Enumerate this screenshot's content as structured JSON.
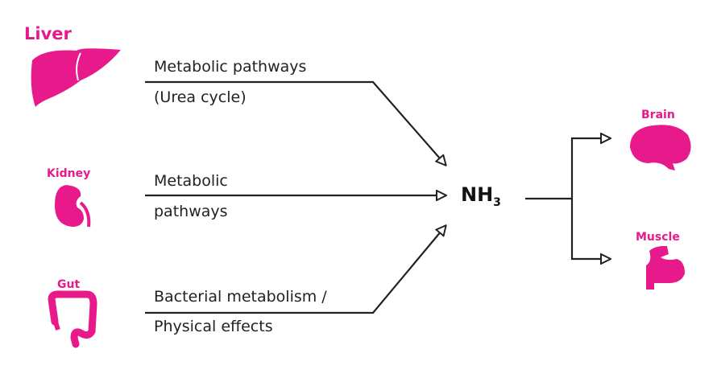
{
  "colors": {
    "organ": "#e8198b",
    "line": "#222222"
  },
  "sources": [
    {
      "organ": "Liver",
      "lines": [
        "Metabolic pathways",
        "(Urea cycle)"
      ]
    },
    {
      "organ": "Kidney",
      "lines": [
        "Metabolic",
        "pathways"
      ]
    },
    {
      "organ": "Gut",
      "lines": [
        "Bacterial metabolism /",
        "Physical effects"
      ]
    }
  ],
  "center": {
    "main": "NH",
    "sub": "3"
  },
  "targets": [
    {
      "organ": "Brain"
    },
    {
      "organ": "Muscle"
    }
  ]
}
